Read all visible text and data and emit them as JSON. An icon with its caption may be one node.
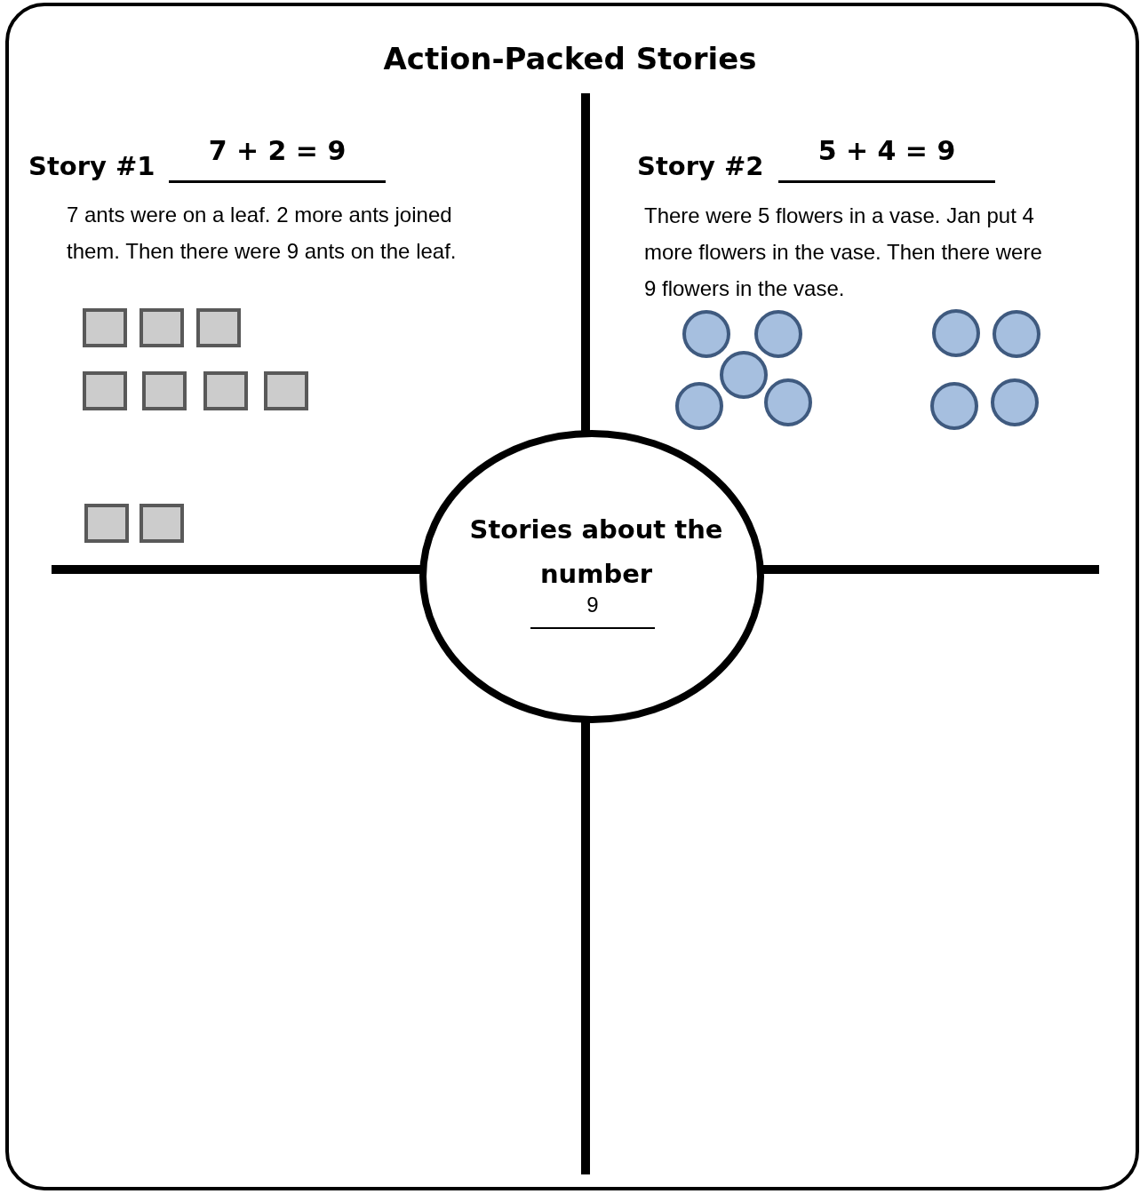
{
  "diagram": {
    "title": "Action-Packed Stories",
    "nodes": [
      {
        "text": [
          "Stories about the number",
          "9"
        ]
      },
      {
        "text": [],
        "shape": "box"
      },
      {
        "text": [],
        "shape": "box"
      },
      {
        "text": [],
        "shape": "box"
      },
      {
        "text": [],
        "shape": "box"
      },
      {
        "text": [],
        "shape": "box"
      },
      {
        "text": [],
        "shape": "box"
      },
      {
        "text": [],
        "shape": "box"
      },
      {
        "text": [],
        "shape": "box"
      },
      {
        "text": [],
        "shape": "box"
      },
      {
        "text": [],
        "shape": "circle"
      },
      {
        "text": [],
        "shape": "circle"
      },
      {
        "text": [],
        "shape": "circle"
      },
      {
        "text": [],
        "shape": "circle"
      },
      {
        "text": [],
        "shape": "circle"
      },
      {
        "text": [],
        "shape": "circle"
      },
      {
        "text": [],
        "shape": "circle"
      },
      {
        "text": [],
        "shape": "circle"
      },
      {
        "text": [],
        "shape": "circle"
      }
    ],
    "edges": [],
    "labels": [
      "Story #1",
      "7 + 2 = 9",
      "7 ants were on a leaf. 2 more ants joined them. Then there were 9 ants on the leaf.",
      "Story #2",
      "5 + 4 = 9",
      "There were 5 flowers in a vase. Jan put 4 more flowers in the vase. Then there were 9 flowers in the vase."
    ]
  }
}
